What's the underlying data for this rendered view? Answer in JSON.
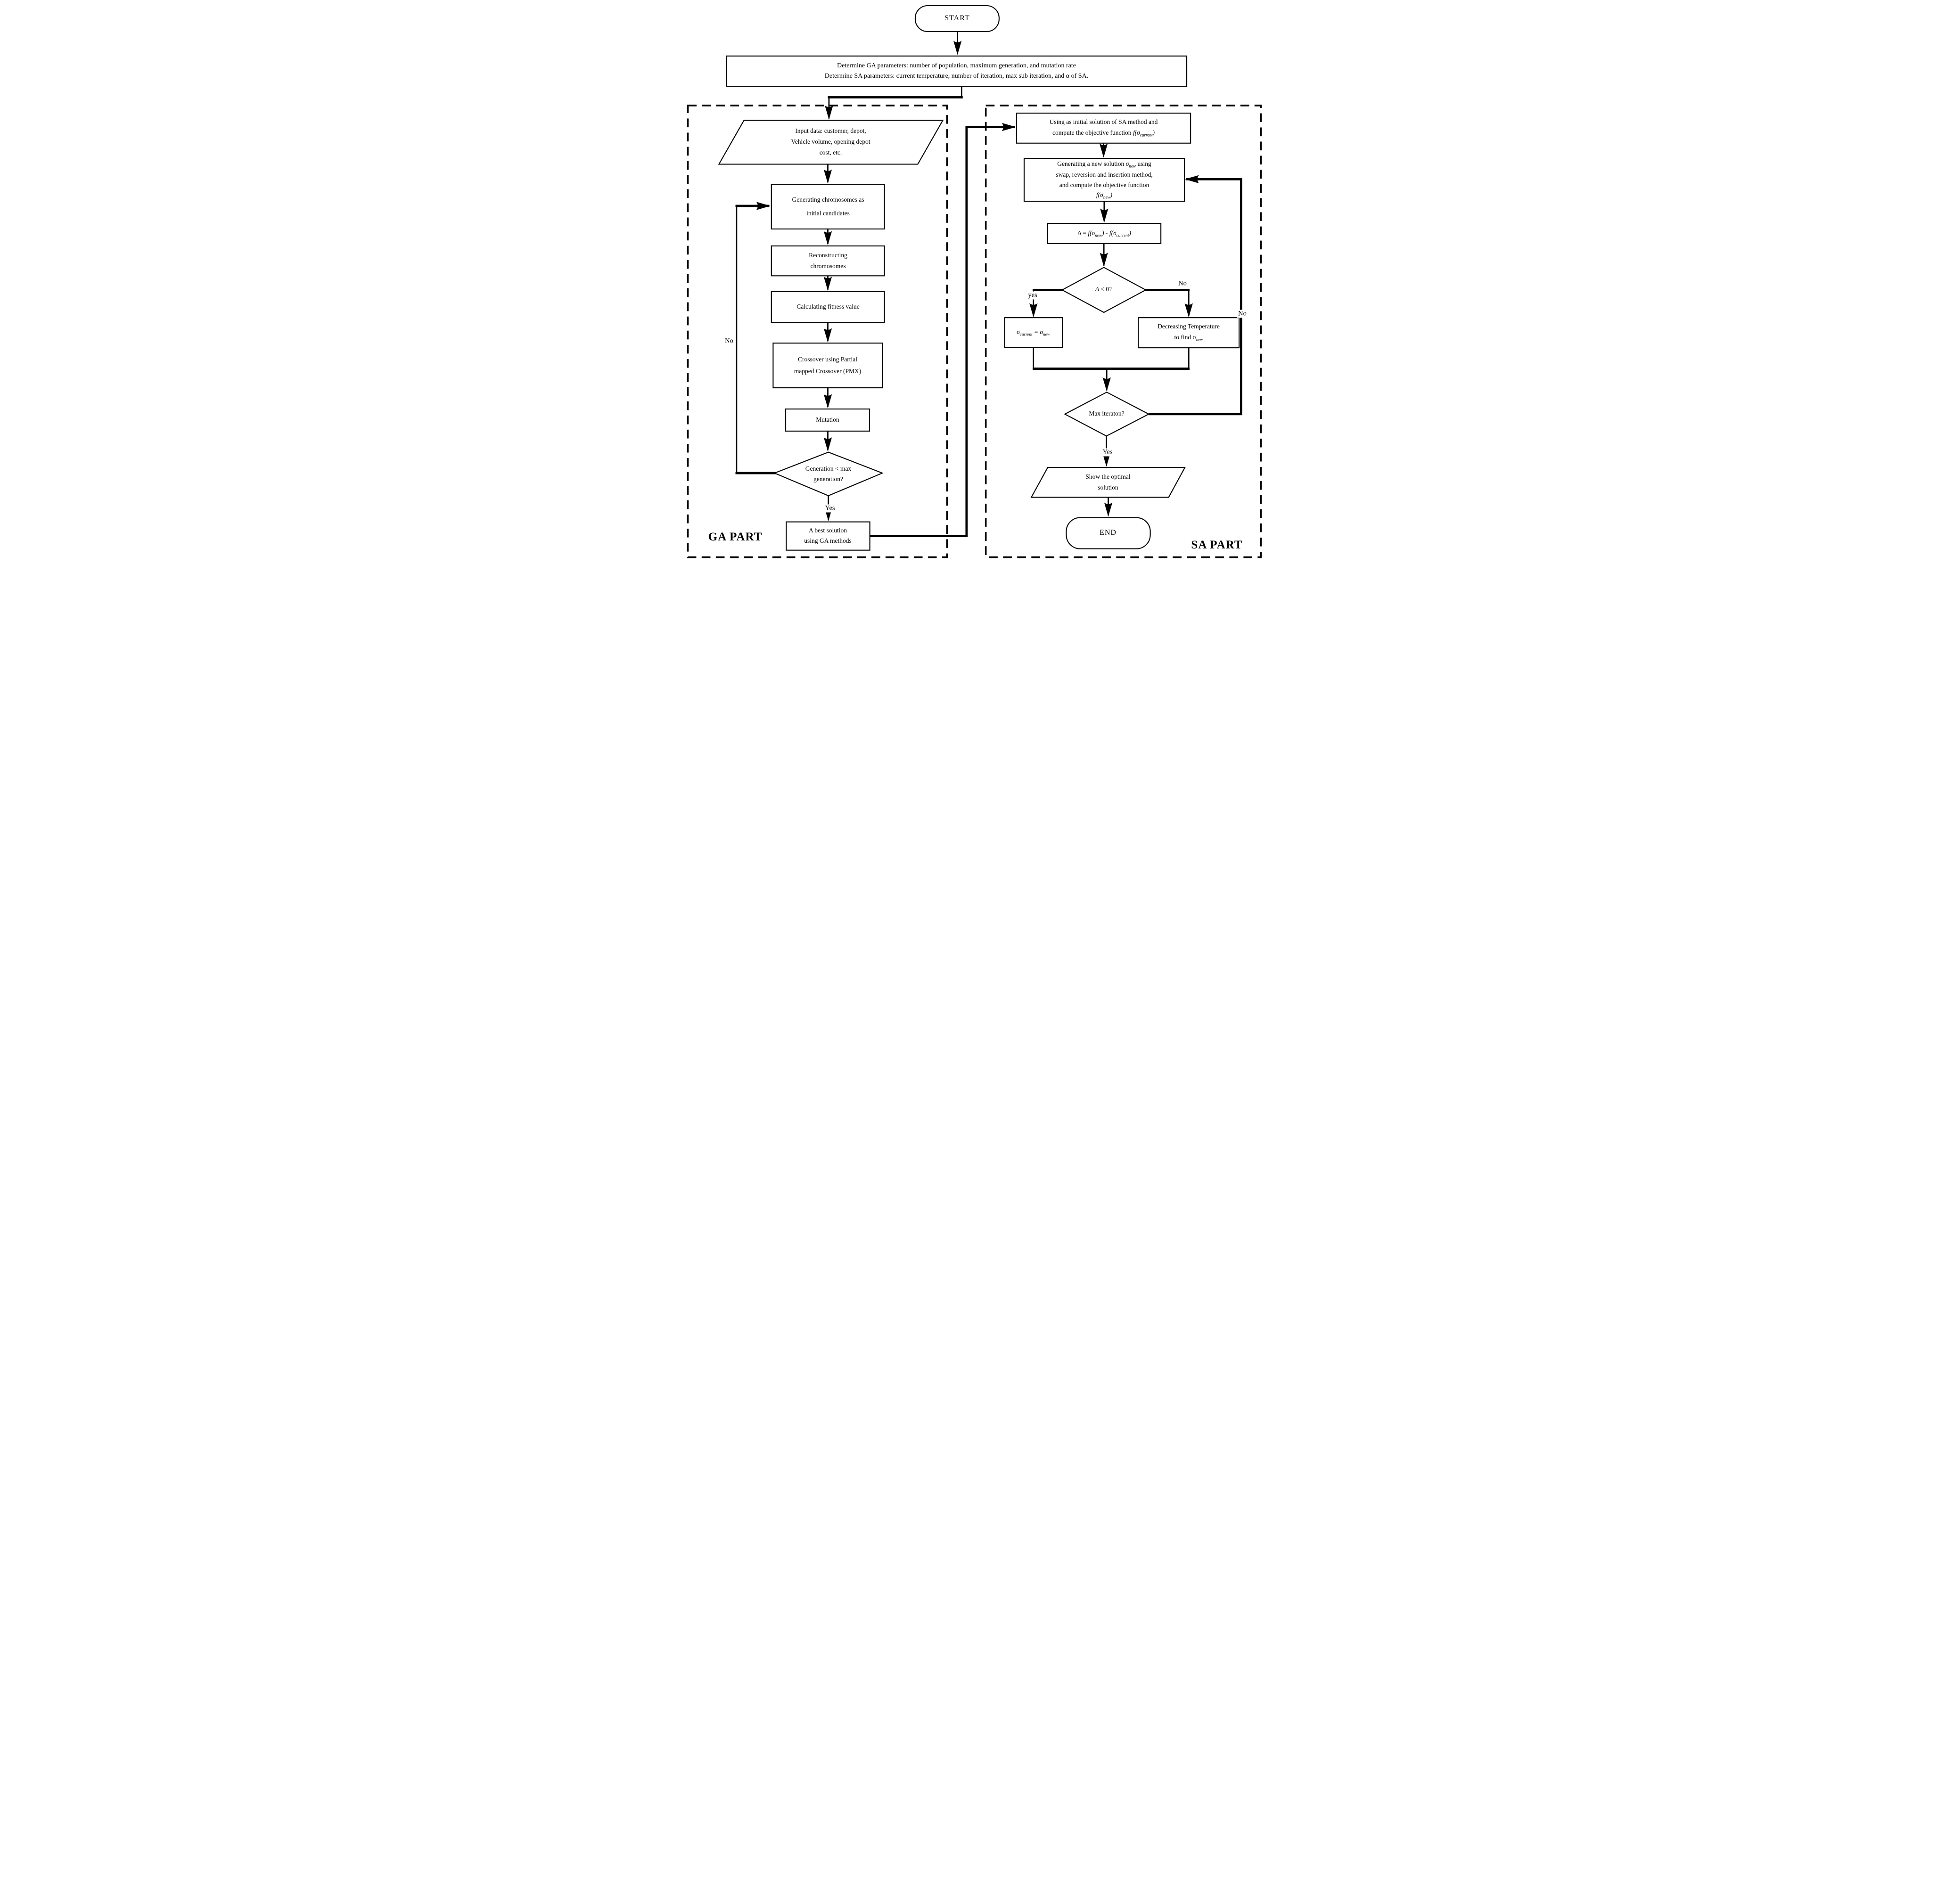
{
  "figure": {
    "type": "flowchart",
    "title": "Hybrid GA-SA algorithm flowchart"
  },
  "start_label": "START",
  "end_label": "END",
  "params_box": {
    "line1": "Determine GA parameters: number of population, maximum generation, and mutation rate",
    "line2": "Determine SA parameters: current temperature, number of iteration, max sub iteration, and α of SA."
  },
  "ga": {
    "part_label": "GA PART",
    "input_data": {
      "line1": "Input data: customer, depot,",
      "line2": "Vehicle volume, opening depot",
      "line3": "cost, etc."
    },
    "generate": {
      "line1": "Generating chromosomes as",
      "line2": "initial candidates"
    },
    "reconstruct": {
      "line1": "Reconstructing",
      "line2": "chromosomes"
    },
    "fitness": {
      "line1": "Calculating fitness value"
    },
    "crossover": {
      "line1": "Crossover using Partial",
      "line2": "mapped Crossover (PMX)"
    },
    "mutation": {
      "line1": "Mutation"
    },
    "decision": {
      "line1": "Generation < max",
      "line2": "generation?"
    },
    "best": {
      "line1": "A best solution",
      "line2": "using GA methods"
    },
    "label_no": "No",
    "label_yes": "Yes"
  },
  "sa": {
    "part_label": "SA PART",
    "init": {
      "line1": "Using as initial solution of SA method and",
      "l2a": "compute the objective function ",
      "l2b": "f(σ",
      "l2sub": "current",
      "l2c": ")"
    },
    "generate": {
      "l1a": "Generating a new solution ",
      "l1b": "σ",
      "l1sub": "new",
      "l1c": " using",
      "line2": "swap, reversion and insertion method,",
      "line3": "and compute the objective function",
      "l4a": "f(σ",
      "l4sub": "new",
      "l4b": ")"
    },
    "delta": {
      "a": "Δ = ",
      "b": "f(σ",
      "sub1": "new",
      "c": ") - ",
      "d": "f(σ",
      "sub2": "current",
      "e": ")"
    },
    "decision": {
      "a": "Δ",
      "b": " < 0?"
    },
    "assign": {
      "a": "σ",
      "sub1": "current",
      "b": " = σ",
      "sub2": "new"
    },
    "decrease": {
      "line1": "Decreasing Temperature",
      "l2a": "to find σ",
      "l2sub": "new"
    },
    "max_decision": {
      "line1": "Max iteraton?"
    },
    "show": {
      "line1": "Show the optimal",
      "line2": "solution"
    },
    "label_yes": "Yes",
    "label_yes_lower": "yes",
    "label_no": "No"
  }
}
